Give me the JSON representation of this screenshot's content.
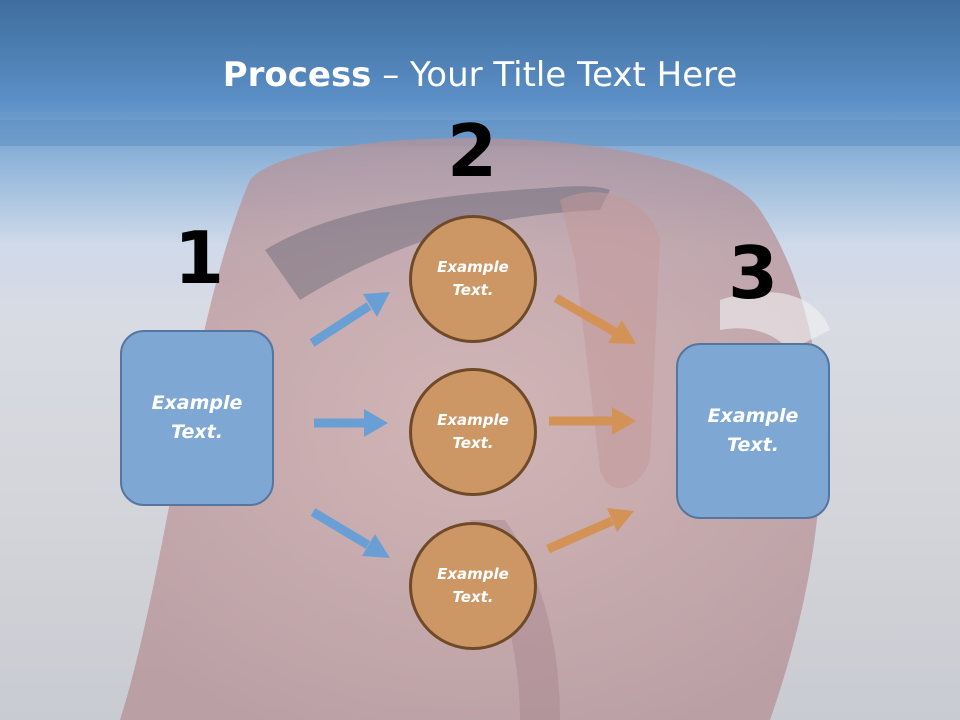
{
  "title": {
    "bold": "Process",
    "rest": " – Your Title Text Here"
  },
  "numbers": [
    "1",
    "2",
    "3"
  ],
  "left_box": {
    "text": "Example Text."
  },
  "circles": [
    {
      "text": "Example Text."
    },
    {
      "text": "Example Text."
    },
    {
      "text": "Example Text."
    }
  ],
  "right_box": {
    "text": "Example Text."
  },
  "colors": {
    "box_fill": "#7fa7d3",
    "circle_fill": "#cd9765",
    "blue_arrow": "#6a9fd6",
    "orange_arrow": "#d39357",
    "header_blue": "#3f72a8"
  }
}
